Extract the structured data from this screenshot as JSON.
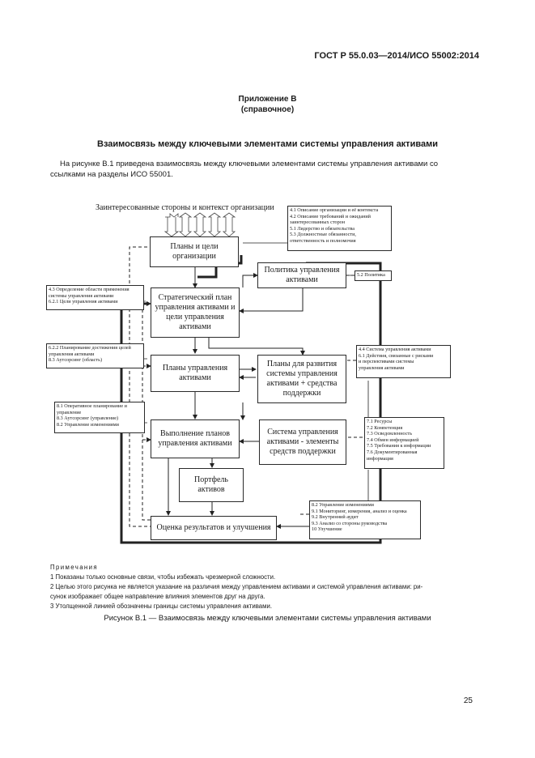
{
  "header": {
    "standard": "ГОСТ Р 55.0.03—2014/ИСО 55002:2014"
  },
  "appendix": {
    "title": "Приложение В",
    "subtitle": "(справочное)"
  },
  "section": {
    "heading": "Взаимосвязь между ключевыми элементами системы управления активами"
  },
  "intro": "На рисунке В.1 приведена взаимосвязь между ключевыми элементами системы управления активами со ссылками на разделы ИСО 55001.",
  "diagram": {
    "stakeholders_label": "Заинтересованные стороны и контекст организации",
    "boxes": {
      "plans_goals": "Планы и цели организации",
      "policy": "Политика управления активами",
      "strategic_plan": "Стратегический план управления активами и цели управления активами",
      "am_plans": "Планы управления активами",
      "dev_plans": "Планы для развития системы управления активами + средства поддержки",
      "system": "Система управления активами - элементы средств поддержки",
      "execution": "Выполнение планов управления активами",
      "portfolio": "Портфель активов",
      "evaluation": "Оценка результатов и улучшения"
    },
    "refs": {
      "context": [
        "4.1 Описание организации и её контекста",
        "4.2 Описание требований и ожиданий",
        "заинтересованных сторон",
        "5.1 Лидерство и обязательства",
        "5.3 Должностные обязанности,",
        "ответственность и полномочия"
      ],
      "policy": [
        "5.2 Политика"
      ],
      "scope": [
        "4.3 Определение области применения",
        "системы управления активами",
        "6.2.1 Цели управления активами"
      ],
      "planning": [
        "6.2.2 Планирование достижения целей",
        "управления активами",
        "8.3 Аутсорсинг (область)"
      ],
      "system": [
        "4.4 Система управления активами",
        "6.1 Действия, связанные с рисками",
        "и перспективами системы",
        "управления активами"
      ],
      "operations": [
        "8.1 Оперативное планирование и",
        "управление",
        "8.3 Аутсорсинг (управление)",
        "8.2 Управление изменениями"
      ],
      "support": [
        "7.1 Ресурсы",
        "7.2 Компетенция",
        "7.3 Осведомленность",
        "7.4 Обмен информацией",
        "7.5 Требования к информации",
        "7.6 Документированная",
        "информация"
      ],
      "evaluation": [
        "8.2 Управление изменениями",
        "9.1 Мониторинг, измерения, анализ и оценка",
        "9.2 Внутренний аудит",
        "9.3 Анализ со стороны руководства",
        "10 Улучшение"
      ]
    }
  },
  "notes": {
    "title": "Примечания",
    "items": [
      "1 Показаны только основные связи, чтобы избежать чрезмерной сложности.",
      "2 Целью этого рисунка не является указание на различия между управлением активами и системой управления активами: ри-",
      "сунок изображает общее направление влияния элементов друг на друга.",
      "3 Утолщенной линией обозначены границы системы управления активами."
    ]
  },
  "figure_caption": "Рисунок В.1 — Взаимосвязь между ключевыми элементами системы управления активами",
  "page_number": "25"
}
